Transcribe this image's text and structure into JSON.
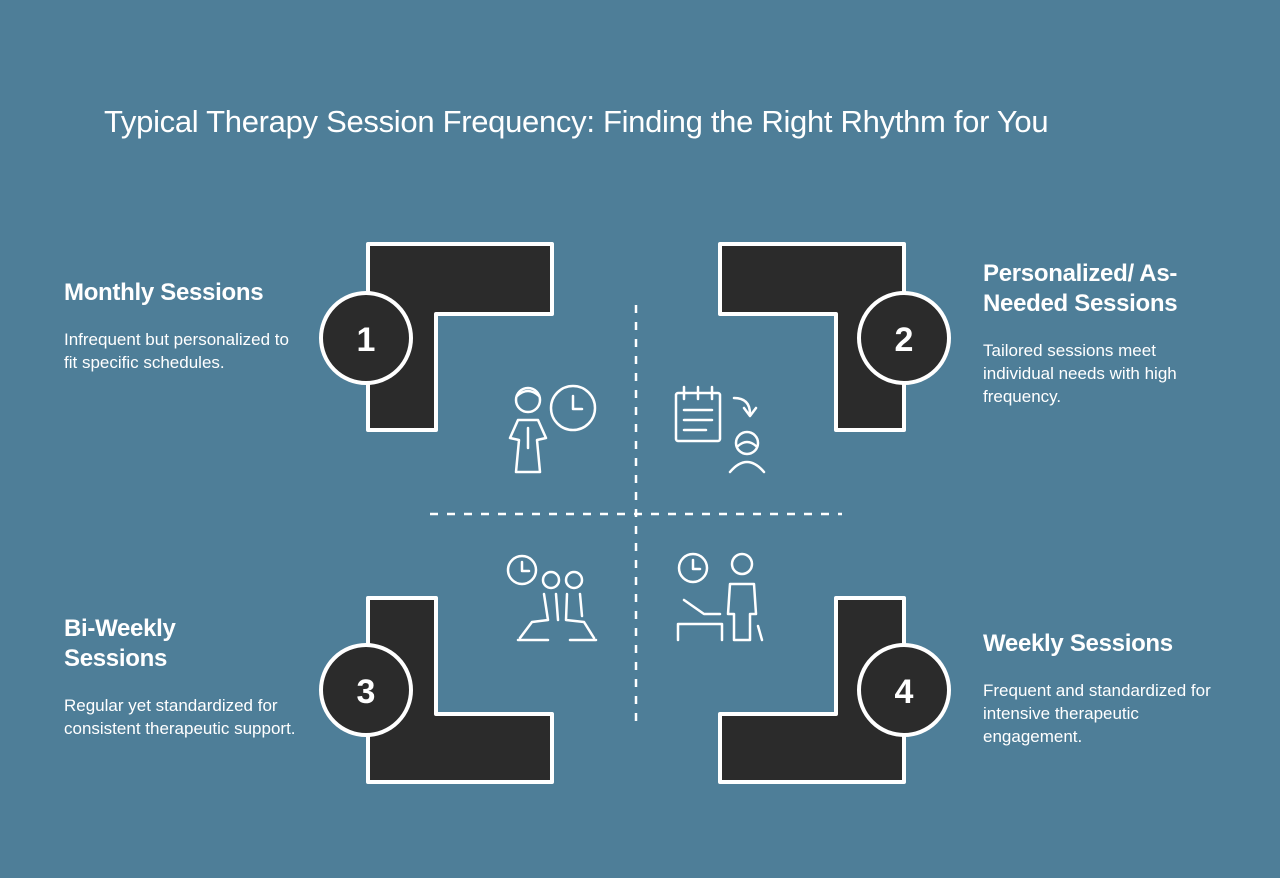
{
  "title": "Typical Therapy Session Frequency: Finding the Right Rhythm for You",
  "quadrants": [
    {
      "number": "1",
      "heading": "Monthly Sessions",
      "text": "Infrequent but personalized to fit specific schedules.",
      "icon": "person-clock-icon"
    },
    {
      "number": "2",
      "heading": "Personalized/ As-Needed Sessions",
      "text": "Tailored sessions meet individual needs with high frequency.",
      "icon": "notepad-person-icon"
    },
    {
      "number": "3",
      "heading": "Bi-Weekly Sessions",
      "text": "Regular yet standardized for consistent therapeutic support.",
      "icon": "clock-two-people-seated-icon"
    },
    {
      "number": "4",
      "heading": "Weekly Sessions",
      "text": "Frequent and standardized for intensive therapeutic engagement.",
      "icon": "clock-patient-therapist-icon"
    }
  ],
  "colors": {
    "background": "#4e7e98",
    "shape_fill": "#2b2b2b",
    "line": "#ffffff"
  }
}
